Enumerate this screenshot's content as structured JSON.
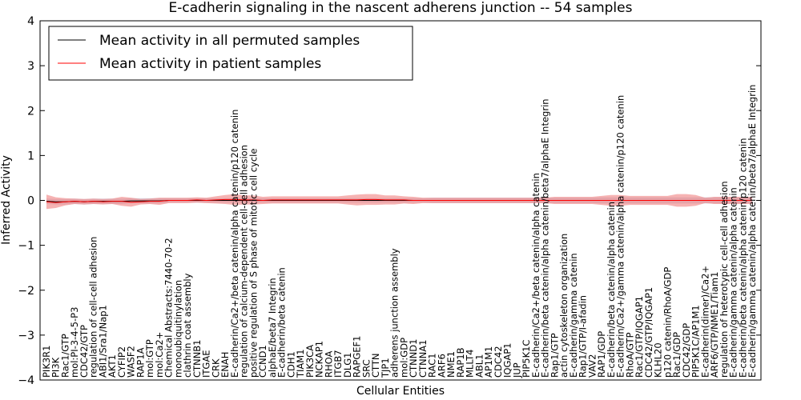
{
  "chart_data": {
    "type": "line",
    "title": "E-cadherin signaling in the nascent adherens junction -- 54 samples",
    "xlabel": "Cellular Entities",
    "ylabel": "Inferred Activity",
    "ylim": [
      -4,
      4
    ],
    "yticks": [
      -4,
      -3,
      -2,
      -1,
      0,
      1,
      2,
      3,
      4
    ],
    "grid": false,
    "legend_position": "top-left",
    "colors": {
      "permuted": "#000000",
      "patient": "#ff0000",
      "patient_band": "#f08080",
      "permuted_band": "#c8c8d8"
    },
    "categories": [
      "PIK3R1",
      "PI3K",
      "Rac1/GTP",
      "mol:PI-3-4-5-P3",
      "CDC42/GTP",
      "regulation of cell-cell adhesion",
      "ABI1/Sra1/Nap1",
      "AKT1",
      "CYFIP2",
      "WASF2",
      "RAP1A",
      "mol:GTP",
      "mol:Ca2+",
      "Chemical Abstracts:7440-70-2",
      "monoubiquitinylation",
      "clathrin coat assembly",
      "CTNNB1",
      "ITGAE",
      "CRK",
      "ENAH",
      "E-cadherin/Ca2+/beta catenin/alpha catenin/p120 catenin",
      "regulation of calcium-dependent cell-cell adhesion",
      "positive regulation of S phase of mitotic cell cycle",
      "CCND1",
      "alphaE/beta7 Integrin",
      "E-cadherin/beta catenin",
      "CDH1",
      "TIAM1",
      "PIK3CA",
      "NCKAP1",
      "RHOA",
      "ITGB7",
      "DLG1",
      "RAPGEF1",
      "SRC",
      "CTTN",
      "TJP1",
      "adherens junction assembly",
      "mol:GDP",
      "CTNND1",
      "CTNNA1",
      "RAC1",
      "ARF6",
      "NME1",
      "RAP1B",
      "MLLT4",
      "ABL1",
      "AP1M1",
      "CDC42",
      "IQGAP1",
      "JUP",
      "PIP5K1C",
      "E-cadherin/Ca2+/beta catenin/alpha catenin",
      "E-cadherin/beta catenin/alpha catenin/beta7/alphaE Integrin",
      "Rap1/GTP",
      "actin cytoskeleton organization",
      "E-cadherin/gamma catenin",
      "Rap1/GTP/I-afadin",
      "VAV2",
      "RAP1/GDP",
      "E-cadherin/beta catenin/alpha catenin",
      "E-cadherin/Ca2+/gamma catenin/alpha catenin/p120 catenin",
      "RhoA/GTP",
      "Rac1/GTP/IQGAP1",
      "CDC42/GTP/IQGAP1",
      "KLHL20",
      "p120 catenin/RhoA/GDP",
      "Rac1/GDP",
      "CDC42/GDP",
      "PIP5K1C/AP1M1",
      "E-cadherin(dimer)/Ca2+",
      "ARF6/GTP/NME1/Tiam1",
      "regulation of heterotypic cell-cell adhesion",
      "E-cadherin/gamma catenin/alpha catenin",
      "E-cadherin/beta catenin/alpha catenin/p120 catenin",
      "E-cadherin/gamma catenin/alpha catenin/beta7/alphaE Integrin"
    ],
    "series": [
      {
        "name": "Mean activity in all permuted samples",
        "values": [
          -0.02,
          -0.03,
          -0.03,
          -0.02,
          -0.03,
          -0.02,
          -0.02,
          -0.02,
          -0.02,
          -0.01,
          -0.01,
          -0.01,
          -0.01,
          0,
          0,
          0,
          0,
          0,
          0,
          0,
          0,
          0,
          0,
          0,
          0,
          0,
          0,
          0,
          0,
          0,
          0,
          0,
          0,
          0,
          0,
          0,
          0,
          0,
          0,
          0,
          0,
          0,
          0,
          0,
          0,
          0,
          0,
          0,
          0,
          0,
          0,
          0,
          0,
          0,
          0,
          0,
          0,
          0,
          0,
          0,
          0,
          0,
          0,
          0,
          0,
          0,
          0,
          0,
          0,
          0,
          0,
          0,
          0,
          0,
          0,
          0
        ],
        "band": [
          0.06,
          0.06,
          0.06,
          0.06,
          0.06,
          0.06,
          0.06,
          0.06,
          0.06,
          0.06,
          0.06,
          0.06,
          0.06,
          0.05,
          0.05,
          0.05,
          0.05,
          0.05,
          0.05,
          0.05,
          0.05,
          0.05,
          0.05,
          0.05,
          0.05,
          0.05,
          0.05,
          0.05,
          0.05,
          0.05,
          0.05,
          0.05,
          0.05,
          0.05,
          0.05,
          0.05,
          0.05,
          0.05,
          0.05,
          0.05,
          0.05,
          0.06,
          0.06,
          0.06,
          0.06,
          0.06,
          0.06,
          0.06,
          0.06,
          0.06,
          0.06,
          0.06,
          0.06,
          0.06,
          0.06,
          0.06,
          0.06,
          0.06,
          0.06,
          0.07,
          0.07,
          0.07,
          0.07,
          0.07,
          0.07,
          0.07,
          0.07,
          0.07,
          0.07,
          0.07,
          0.07,
          0.07,
          0.07,
          0.07,
          0.07,
          0.07
        ]
      },
      {
        "name": "Mean activity in patient samples",
        "values": [
          -0.03,
          -0.05,
          -0.03,
          -0.02,
          -0.03,
          -0.02,
          -0.03,
          -0.02,
          -0.02,
          -0.04,
          -0.03,
          -0.02,
          -0.02,
          0,
          0,
          0,
          0.01,
          0,
          0.01,
          0.02,
          0.02,
          0.01,
          0.01,
          0,
          0.01,
          0.01,
          0.01,
          0.01,
          0.01,
          0.01,
          0.01,
          0.01,
          0.01,
          0.01,
          0.02,
          0.02,
          0.01,
          0.01,
          0.01,
          0,
          0,
          0,
          0,
          0,
          0,
          0,
          0,
          0,
          0,
          0,
          0,
          0,
          0,
          0,
          0,
          0,
          0,
          0,
          0,
          0,
          0,
          0,
          0,
          0,
          0,
          0,
          0,
          0,
          0,
          0,
          0,
          0,
          0,
          0,
          0,
          0
        ],
        "band": [
          0.16,
          0.12,
          0.08,
          0.06,
          0.06,
          0.06,
          0.06,
          0.06,
          0.1,
          0.1,
          0.06,
          0.06,
          0.08,
          0.06,
          0.06,
          0.06,
          0.06,
          0.06,
          0.08,
          0.1,
          0.12,
          0.1,
          0.1,
          0.08,
          0.08,
          0.08,
          0.08,
          0.08,
          0.08,
          0.08,
          0.08,
          0.08,
          0.1,
          0.12,
          0.12,
          0.12,
          0.1,
          0.1,
          0.08,
          0.08,
          0.06,
          0.06,
          0.06,
          0.06,
          0.06,
          0.06,
          0.06,
          0.06,
          0.06,
          0.06,
          0.06,
          0.06,
          0.06,
          0.06,
          0.08,
          0.08,
          0.08,
          0.08,
          0.08,
          0.1,
          0.12,
          0.12,
          0.1,
          0.1,
          0.1,
          0.1,
          0.1,
          0.14,
          0.14,
          0.12,
          0.06,
          0.08,
          0.08,
          0.08,
          0.08,
          0.08
        ]
      }
    ]
  }
}
